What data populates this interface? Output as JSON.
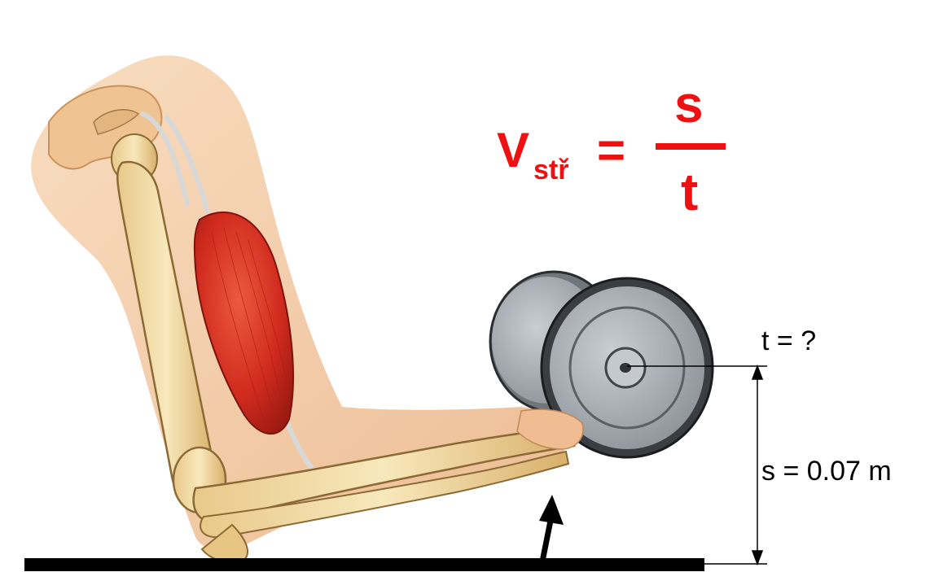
{
  "formula": {
    "variable": "V",
    "subscript": "stř",
    "equals": "=",
    "numerator": "s",
    "denominator": "t",
    "color": "#ee1111"
  },
  "labels": {
    "time": "t = ?",
    "distance": "s = 0.07 m"
  },
  "colors": {
    "muscle": "#d22a1f",
    "bone": "#f0d9a0",
    "skin": "#f5c9a0",
    "plate": "#a7adb3",
    "floor": "#000000"
  },
  "icons": [
    "upper-arm-bone",
    "biceps-muscle",
    "forearm-bones",
    "dumbbell-icon",
    "upward-force-arrow-icon"
  ]
}
